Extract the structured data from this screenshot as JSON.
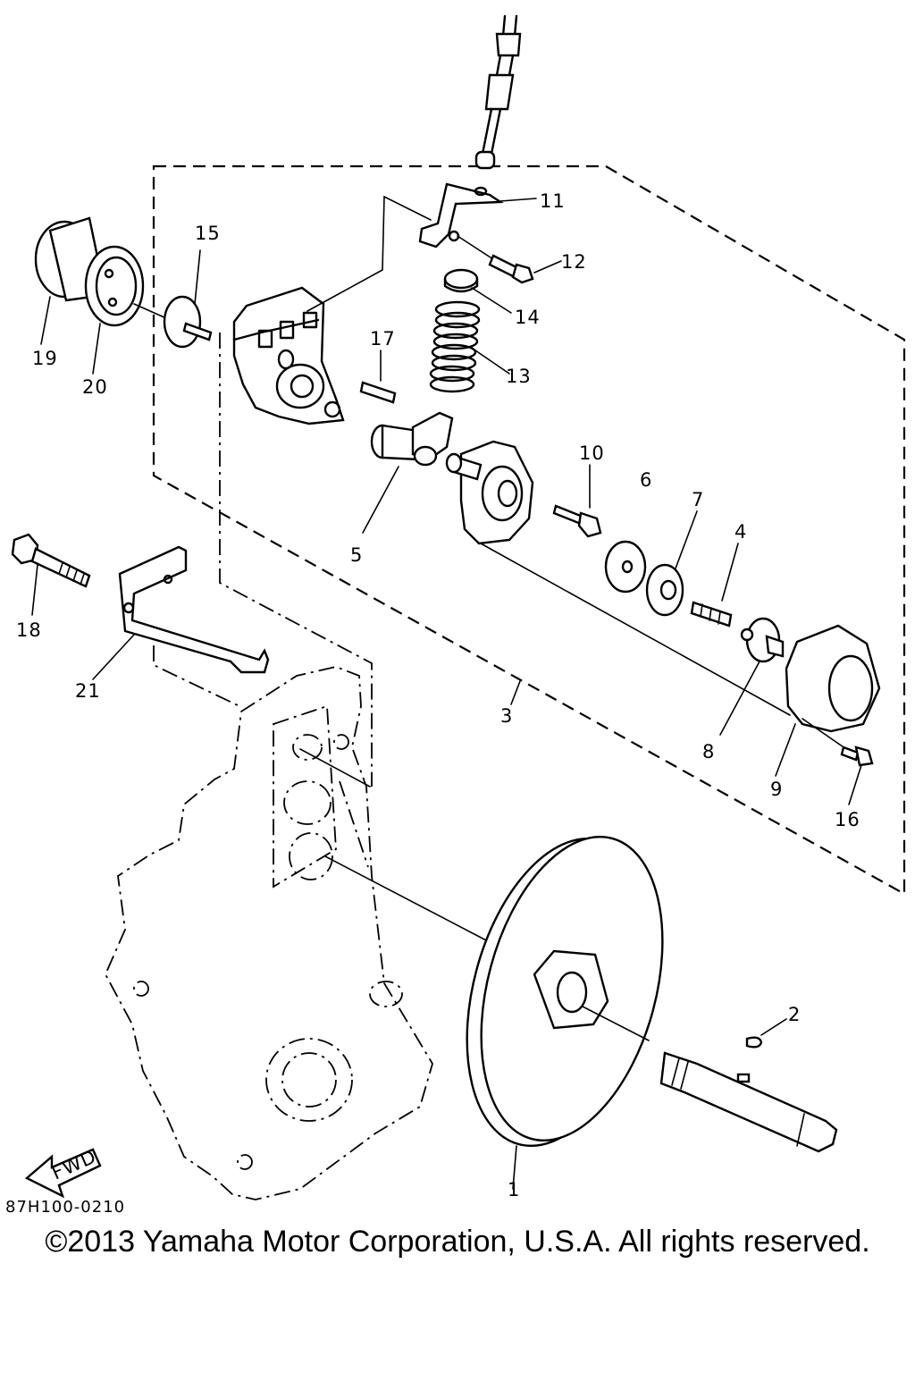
{
  "diagram": {
    "callouts": {
      "c1": "1",
      "c2": "2",
      "c3": "3",
      "c4": "4",
      "c5": "5",
      "c6": "6",
      "c7": "7",
      "c8": "8",
      "c9": "9",
      "c10": "10",
      "c11": "11",
      "c12": "12",
      "c13": "13",
      "c14": "14",
      "c15": "15",
      "c16": "16",
      "c17": "17",
      "c18": "18",
      "c19": "19",
      "c20": "20",
      "c21": "21"
    },
    "fwd_label": "FWD"
  },
  "footer": {
    "ref_code": "87H100-0210",
    "copyright": "©2013 Yamaha Motor Corporation, U.S.A. All rights reserved."
  }
}
